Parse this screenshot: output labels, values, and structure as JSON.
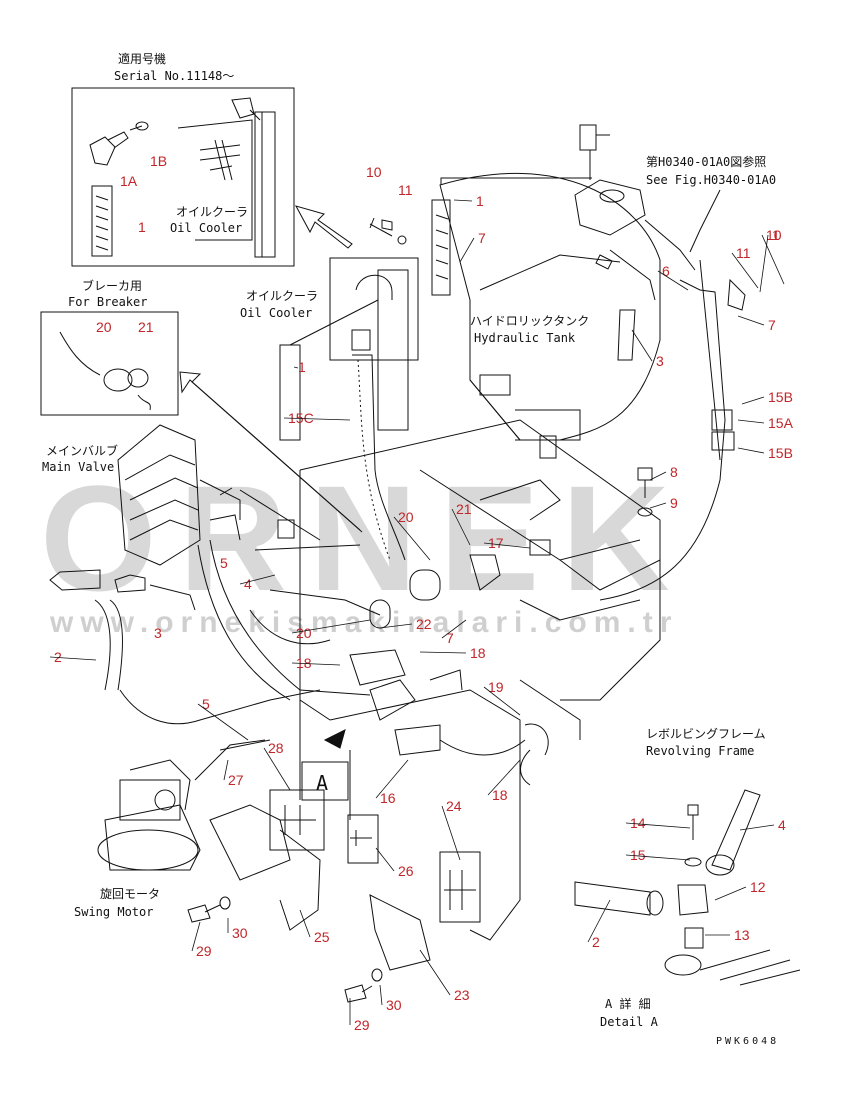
{
  "watermark": {
    "brand": "ORNEK",
    "url": "www.ornekismakinalari.com.tr"
  },
  "drawing_code": "PWK6048",
  "insets": {
    "serial": {
      "title_jp": "適用号機",
      "title_en": "Serial No.11148～",
      "cooler_jp": "オイルクーラ",
      "cooler_en": "Oil Cooler"
    },
    "breaker": {
      "title_jp": "ブレーカ用",
      "title_en": "For Breaker"
    }
  },
  "labels": {
    "oil_cooler_jp": "オイルクーラ",
    "oil_cooler_en": "Oil Cooler",
    "main_valve_jp": "メインバルブ",
    "main_valve_en": "Main Valve",
    "tank_jp": "ハイドロリックタンク",
    "tank_en": "Hydraulic Tank",
    "see_fig_jp": "第H0340-01A0図参照",
    "see_fig_en": "See Fig.H0340-01A0",
    "frame_jp": "レボルビングフレーム",
    "frame_en": "Revolving Frame",
    "swing_jp": "旋回モータ",
    "swing_en": "Swing Motor",
    "detail_jp": "A 詳 細",
    "detail_en": "Detail A",
    "view_a": "A"
  },
  "part_numbers": [
    "1A",
    "1B",
    "1",
    "1",
    "1",
    "10",
    "11",
    "7",
    "1",
    "6",
    "11",
    "10",
    "7",
    "3",
    "15B",
    "15A",
    "15B",
    "8",
    "9",
    "20",
    "21",
    "15C",
    "5",
    "4",
    "20",
    "21",
    "17",
    "3",
    "2",
    "20",
    "22",
    "7",
    "18",
    "18",
    "19",
    "5",
    "28",
    "27",
    "16",
    "18",
    "24",
    "26",
    "14",
    "15",
    "4",
    "12",
    "2",
    "13",
    "25",
    "29",
    "30",
    "23",
    "29",
    "30"
  ],
  "colors": {
    "ink": "#111111",
    "callout": "#c0262a",
    "watermark": "#b9b9b9"
  }
}
